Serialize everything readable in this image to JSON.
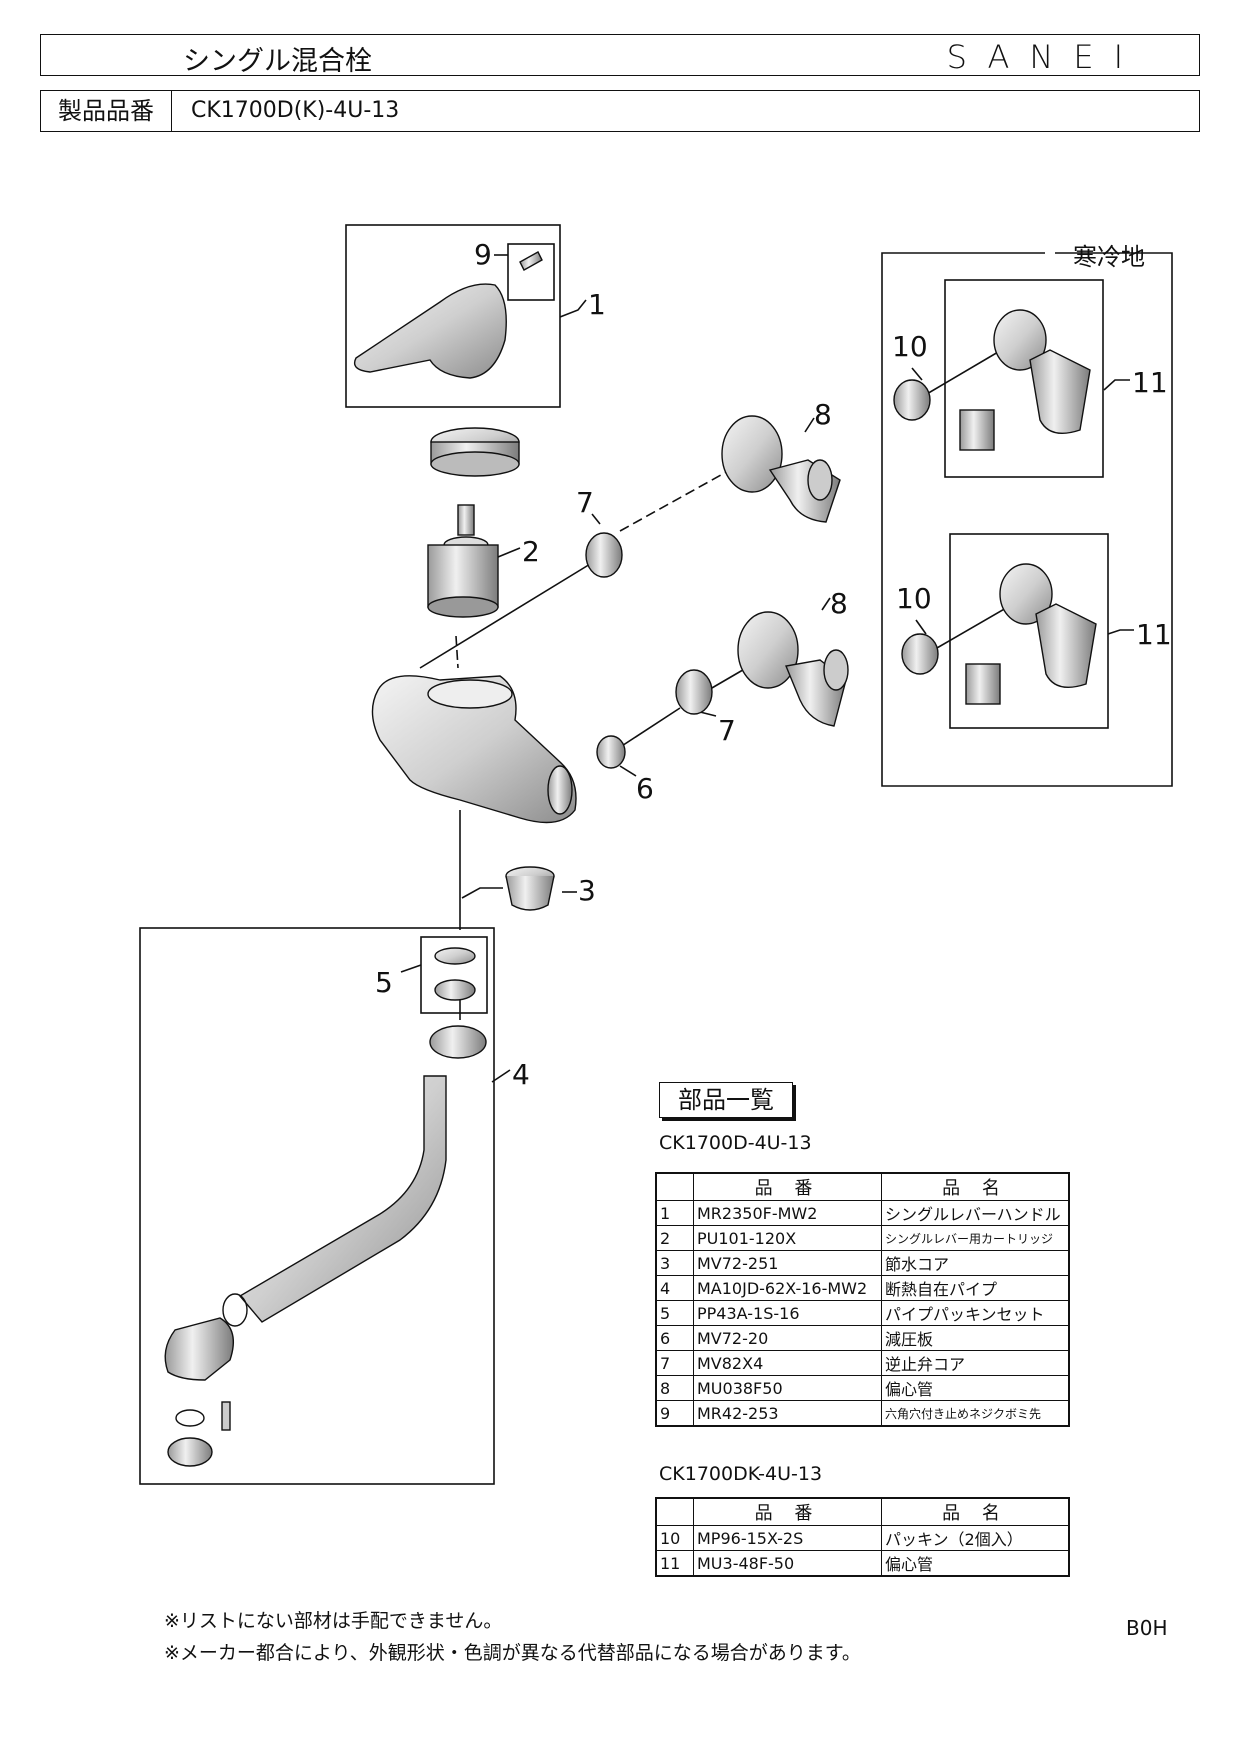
{
  "header": {
    "title": "シングル混合栓",
    "brand": "SANEI",
    "model_label": "製品品番",
    "model_value": "CK1700D(K)-4U-13"
  },
  "diagram": {
    "cold_region_label": "寒冷地",
    "callouts": [
      "1",
      "2",
      "3",
      "4",
      "5",
      "6",
      "7",
      "7",
      "8",
      "8",
      "9",
      "10",
      "10",
      "11",
      "11"
    ]
  },
  "parts_list": {
    "title": "部品一覧",
    "table1": {
      "model": "CK1700D-4U-13",
      "headers": [
        "",
        "品 番",
        "品 名"
      ],
      "rows": [
        {
          "no": "1",
          "part": "MR2350F-MW2",
          "name": "シングルレバーハンドル"
        },
        {
          "no": "2",
          "part": "PU101-120X",
          "name": "シングルレバー用カートリッジ"
        },
        {
          "no": "3",
          "part": "MV72-251",
          "name": "節水コア"
        },
        {
          "no": "4",
          "part": "MA10JD-62X-16-MW2",
          "name": "断熱自在パイプ"
        },
        {
          "no": "5",
          "part": "PP43A-1S-16",
          "name": "パイプパッキンセット"
        },
        {
          "no": "6",
          "part": "MV72-20",
          "name": "減圧板"
        },
        {
          "no": "7",
          "part": "MV82X4",
          "name": "逆止弁コア"
        },
        {
          "no": "8",
          "part": "MU038F50",
          "name": "偏心管"
        },
        {
          "no": "9",
          "part": "MR42-253",
          "name": "六角穴付き止めネジクボミ先"
        }
      ]
    },
    "table2": {
      "model": "CK1700DK-4U-13",
      "headers": [
        "",
        "品 番",
        "品 名"
      ],
      "rows": [
        {
          "no": "10",
          "part": "MP96-15X-2S",
          "name": "パッキン（2個入）"
        },
        {
          "no": "11",
          "part": "MU3-48F-50",
          "name": "偏心管"
        }
      ]
    }
  },
  "notes": [
    "※リストにない部材は手配できません。",
    "※メーカー都合により、外観形状・色調が異なる代替部品になる場合があります。"
  ],
  "footer_code": "B0H"
}
